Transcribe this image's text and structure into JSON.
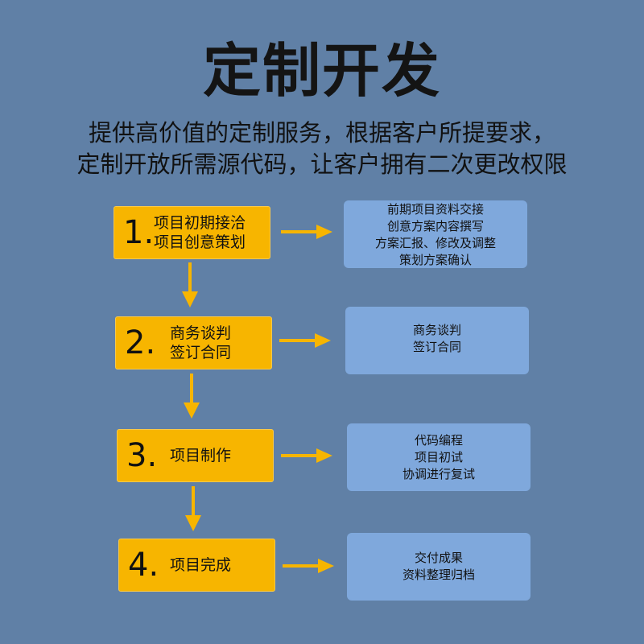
{
  "title": "定制开发",
  "subtitle": {
    "line1": "提供高价值的定制服务，根据客户所提要求，",
    "line2": "定制开放所需源代码，让客户拥有二次更改权限"
  },
  "colors": {
    "background": "#6080a6",
    "step_box": "#f7b500",
    "detail_box": "#7fa8dc",
    "arrow": "#f7b500",
    "text": "#111111"
  },
  "steps": [
    {
      "number": "1.",
      "labels": [
        "项目初期接洽",
        "项目创意策划"
      ],
      "details": [
        "前期项目资料交接",
        "创意方案内容撰写",
        "方案汇报、修改及调整",
        "策划方案确认"
      ]
    },
    {
      "number": "2.",
      "labels": [
        "商务谈判",
        "签订合同"
      ],
      "details": [
        "商务谈判",
        "签订合同"
      ]
    },
    {
      "number": "3.",
      "labels": [
        "项目制作"
      ],
      "details": [
        "代码编程",
        "项目初试",
        "协调进行复试"
      ]
    },
    {
      "number": "4.",
      "labels": [
        "项目完成"
      ],
      "details": [
        "交付成果",
        "资料整理归档"
      ]
    }
  ]
}
